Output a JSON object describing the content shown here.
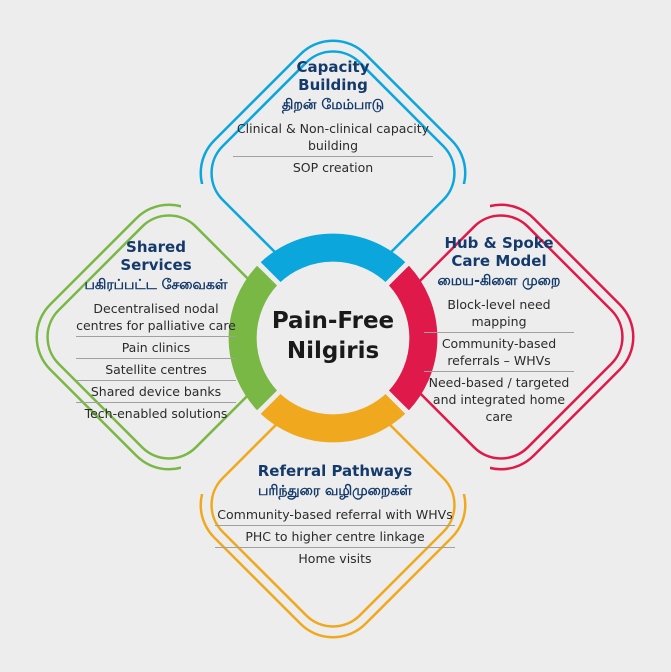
{
  "center": {
    "line1": "Pain-Free",
    "line2": "Nilgiris"
  },
  "colors": {
    "capacity": "#0aa6dc",
    "shared": "#7ab845",
    "hub": "#df1a4a",
    "referral": "#f0a91e",
    "title": "#143a6b"
  },
  "capacity": {
    "title1": "Capacity",
    "title2": "Building",
    "tamil": "திறன் மேம்பாடு",
    "items": [
      "Clinical & Non-clinical capacity building",
      "SOP creation"
    ]
  },
  "shared": {
    "title1": "Shared",
    "title2": "Services",
    "tamil": "பகிரப்பட்ட சேவைகள்",
    "items": [
      "Decentralised nodal centres for palliative care",
      "Pain clinics",
      "Satellite centres",
      "Shared device banks",
      "Tech-enabled solutions"
    ]
  },
  "hub": {
    "title1": "Hub & Spoke",
    "title2": "Care Model",
    "tamil": "மைய-கிளை முறை",
    "items": [
      "Block-level need mapping",
      "Community-based referrals – WHVs",
      "Need-based / targeted and integrated home care"
    ]
  },
  "referral": {
    "title1": "Referral Pathways",
    "tamil": "பரிந்துரை வழிமுறைகள்",
    "items": [
      "Community-based referral with WHVs",
      "PHC to higher centre linkage",
      "Home visits"
    ]
  }
}
